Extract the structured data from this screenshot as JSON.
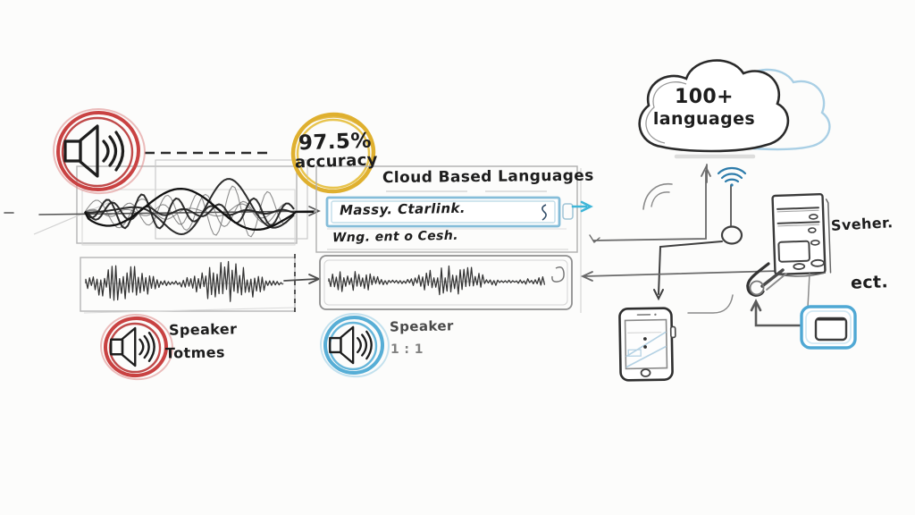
{
  "accuracy_badge": {
    "value": "97.5%",
    "label": "accuracy"
  },
  "cloud_badge": {
    "line1": "100+",
    "line2": "languages"
  },
  "panel": {
    "title": "Cloud Based Languages",
    "field_value": "Massy. Ctarlink.",
    "field_note": "Wng. ent o Cesh."
  },
  "speaker_one": {
    "line1": "Speaker",
    "line2": "Totmes"
  },
  "speaker_two": {
    "line1": "Speaker",
    "line2": "1 : 1"
  },
  "side_labels": {
    "server": "Sveher.",
    "etc": "ect."
  },
  "icons": {
    "source": "speaker-icon",
    "network": "wifi-icon",
    "cloud": "cloud-icon",
    "device": "smartphone-icon",
    "machine": "server-icon"
  },
  "colors": {
    "accent_red": "#c94242",
    "accent_red_dark": "#b93636",
    "accent_red_light": "#e09090",
    "accent_yellow": "#dfb02f",
    "accent_yellow_light": "#e8c44e",
    "accent_blue": "#57aed6",
    "accent_blue_light": "#9ccfe6",
    "accent_cyan": "#3fb6d8",
    "wifi_blue": "#2d7cab",
    "field_blue": "#85bdd9",
    "chip_blue": "#4fa8d4",
    "alt_cloud": "#a9cfe5",
    "ink": "#1d1d1d",
    "sketch_gray": "#9a9a9a"
  }
}
